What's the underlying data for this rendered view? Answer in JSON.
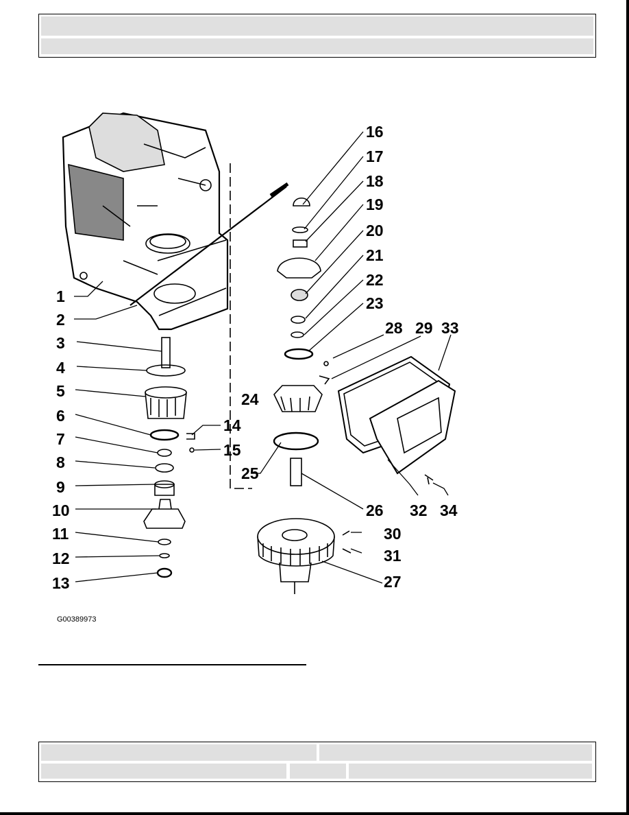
{
  "figure": {
    "code": "G00389973",
    "callouts": [
      {
        "id": "1",
        "label": "1"
      },
      {
        "id": "2",
        "label": "2"
      },
      {
        "id": "3",
        "label": "3"
      },
      {
        "id": "4",
        "label": "4"
      },
      {
        "id": "5",
        "label": "5"
      },
      {
        "id": "6",
        "label": "6"
      },
      {
        "id": "7",
        "label": "7"
      },
      {
        "id": "8",
        "label": "8"
      },
      {
        "id": "9",
        "label": "9"
      },
      {
        "id": "10",
        "label": "10"
      },
      {
        "id": "11",
        "label": "11"
      },
      {
        "id": "12",
        "label": "12"
      },
      {
        "id": "13",
        "label": "13"
      },
      {
        "id": "14",
        "label": "14"
      },
      {
        "id": "15",
        "label": "15"
      },
      {
        "id": "16",
        "label": "16"
      },
      {
        "id": "17",
        "label": "17"
      },
      {
        "id": "18",
        "label": "18"
      },
      {
        "id": "19",
        "label": "19"
      },
      {
        "id": "20",
        "label": "20"
      },
      {
        "id": "21",
        "label": "21"
      },
      {
        "id": "22",
        "label": "22"
      },
      {
        "id": "23",
        "label": "23"
      },
      {
        "id": "24",
        "label": "24"
      },
      {
        "id": "25",
        "label": "25"
      },
      {
        "id": "26",
        "label": "26"
      },
      {
        "id": "27",
        "label": "27"
      },
      {
        "id": "28",
        "label": "28"
      },
      {
        "id": "29",
        "label": "29"
      },
      {
        "id": "30",
        "label": "30"
      },
      {
        "id": "31",
        "label": "31"
      },
      {
        "id": "32",
        "label": "32"
      },
      {
        "id": "33",
        "label": "33"
      },
      {
        "id": "34",
        "label": "34"
      }
    ]
  }
}
